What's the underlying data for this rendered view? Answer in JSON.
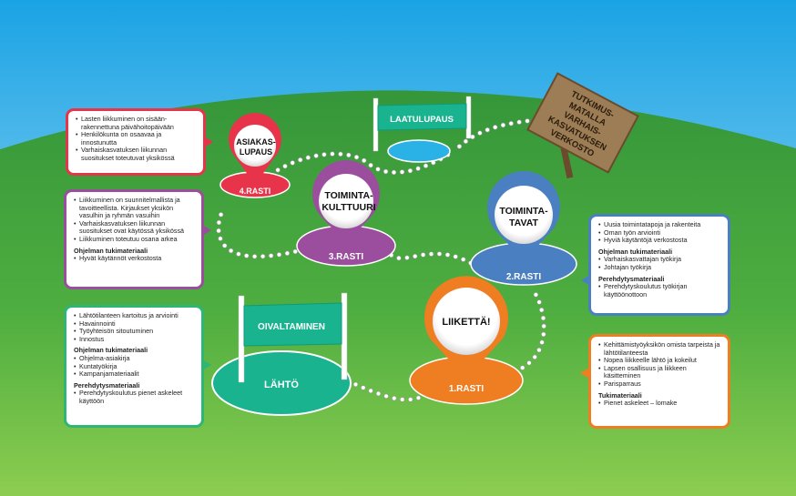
{
  "sign": {
    "lines": [
      "TUTKIMUS-",
      "MATALLA",
      "VARHAIS-",
      "KASVATUKSEN",
      "VERKOSTO"
    ]
  },
  "goal_banner": {
    "label": "LAATULUPAUS"
  },
  "start_banner": {
    "label": "OIVALTAMINEN"
  },
  "start_disc": {
    "label": "LÄHTÖ"
  },
  "pins": {
    "p1": {
      "title": [
        "LIIKETTÄ!"
      ],
      "station": "1.RASTI",
      "color": "#ef7d22"
    },
    "p2": {
      "title": [
        "TOIMINTA-",
        "TAVAT"
      ],
      "station": "2.RASTI",
      "color": "#4a7fc1"
    },
    "p3": {
      "title": [
        "TOIMINTA-",
        "KULTTUURI"
      ],
      "station": "3.RASTI",
      "color": "#9b4d9e"
    },
    "p4": {
      "title": [
        "ASIAKAS-",
        "LUPAUS"
      ],
      "station": "4.RASTI",
      "color": "#e8344a"
    }
  },
  "boxes": {
    "red": {
      "items": [
        "Lasten liikkuminen on sisään-rakennettuna päivähoitopäivään",
        "Henkilökunta on osaavaa ja innostunutta",
        "Varhaiskasvatuksen liikunnan suositukset toteutuvat yksikössä"
      ]
    },
    "purple": {
      "items": [
        "Liikkuminen on suunnitelmallista ja tavoitteellista. Kirjaukset yksikön vasulhin ja ryhmän vasuihin",
        "Varhaiskasvatuksen liikunnan suositukset ovat käytössä yksikössä",
        "Liikkuminen toteutuu osana arkea"
      ],
      "sec1": "Ohjelman tukimateriaali",
      "sec1_items": [
        "Hyvät käytännöt verkostosta"
      ]
    },
    "green": {
      "items": [
        "Lähtötilanteen kartoitus ja arviointi",
        "Havainnointi",
        "Työyhteisön sitoutuminen",
        "Innostus"
      ],
      "sec1": "Ohjelman tukimateriaali",
      "sec1_items": [
        "Ohjelma-asiakirja",
        "Kuntatyökirja",
        "Kampanjamateriaalit"
      ],
      "sec2": "Perehdytysmateriaali",
      "sec2_items": [
        "Perehdytyskoulutus pienet askeleet käyttöön"
      ]
    },
    "blue": {
      "items": [
        "Uusia toimintatapoja ja rakenteita",
        "Oman työn arviointi",
        "Hyviä käytäntöjä verkostosta"
      ],
      "sec1": "Ohjelman tukimateriaali",
      "sec1_items": [
        "Varhaiskasvattajan työkirja",
        "Johtajan työkirja"
      ],
      "sec2": "Perehdytysmateriaali",
      "sec2_items": [
        "Perehdytyskoulutus työkirjan käyttöönottoon"
      ]
    },
    "orange": {
      "items": [
        "Kehittämistyöyksikön omista tarpeista ja lähtötilanteesta",
        "Nopea liikkeelle lähtö ja kokeilut",
        "Lapsen osallisuus ja liikkeen käsitteminen",
        "Parisparraus"
      ],
      "sec1": "Tukimateriaali",
      "sec1_items": [
        "Pienet askeleet – lomake"
      ]
    }
  },
  "colors": {
    "sky_top": "#1aa3e4",
    "sky_bottom": "#bfe6f8",
    "grass_top": "#3d9b3f",
    "grass_bottom": "#7fc64a",
    "teal": "#19b390",
    "teal_dark": "#0e9a7a",
    "green_box": "#2fb575"
  }
}
